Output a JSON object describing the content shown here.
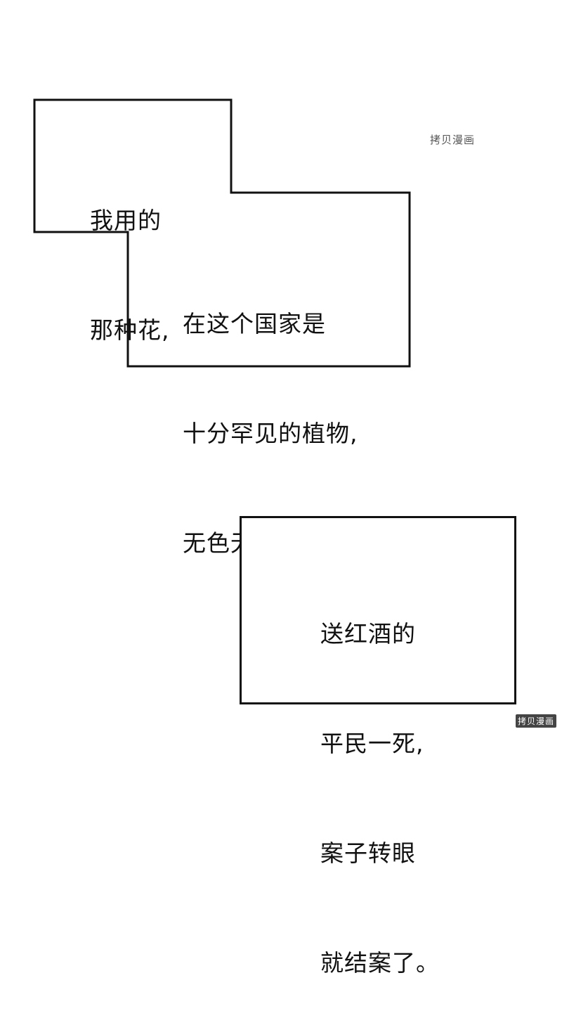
{
  "panel": {
    "caption_1": {
      "lines": [
        "我用的",
        "那种花,"
      ]
    },
    "caption_2": {
      "lines": [
        "在这个国家是",
        "十分罕见的植物,",
        "无色无味…"
      ]
    },
    "caption_3": {
      "lines": [
        "送红酒的",
        "平民一死,",
        "案子转眼",
        "就结案了。"
      ]
    }
  },
  "watermarks": {
    "top": "拷贝漫画",
    "corner": "拷贝漫画"
  },
  "colors": {
    "ink": "#111111",
    "background": "#ffffff"
  }
}
